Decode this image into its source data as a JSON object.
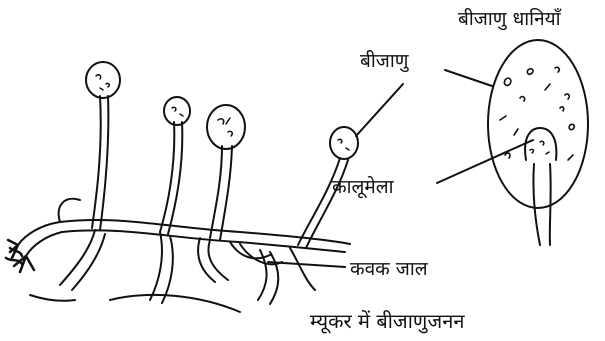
{
  "labels": {
    "sporangium": "बीजाणु धानियाँ",
    "spore": "बीजाणु",
    "columella": "कालूमेला",
    "hyphae": "कवक जाल"
  },
  "caption": "म्यूकर में बीजाणुजनन",
  "colors": {
    "ink": "#111111",
    "background": "#ffffff"
  }
}
